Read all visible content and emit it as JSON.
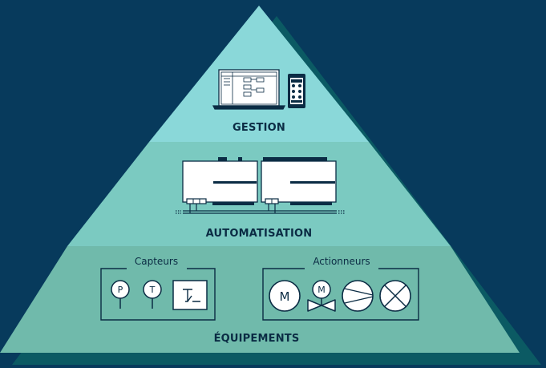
{
  "colors": {
    "background": "#073a5c",
    "shadow": "#0b5a63",
    "level_top": "#8ad8d9",
    "level_middle": "#7bcac1",
    "level_bottom": "#70baab",
    "ink": "#0b2c44"
  },
  "levels": {
    "top": {
      "label": "GESTION",
      "icons": [
        "laptop-icon",
        "smartphone-icon"
      ]
    },
    "middle": {
      "label": "AUTOMATISATION",
      "icons": [
        "controller-icon",
        "controller-icon"
      ]
    },
    "bottom": {
      "label": "ÉQUIPEMENTS",
      "sensors": {
        "label": "Capteurs",
        "items": [
          {
            "icon": "pressure-sensor-icon",
            "glyph": "P"
          },
          {
            "icon": "temperature-sensor-icon",
            "glyph": "T"
          },
          {
            "icon": "switch-sensor-icon"
          }
        ]
      },
      "actuators": {
        "label": "Actionneurs",
        "items": [
          {
            "icon": "motor-icon",
            "glyph": "M"
          },
          {
            "icon": "motorized-valve-icon",
            "glyph": "M"
          },
          {
            "icon": "pump-icon"
          },
          {
            "icon": "damper-icon"
          }
        ]
      }
    }
  }
}
